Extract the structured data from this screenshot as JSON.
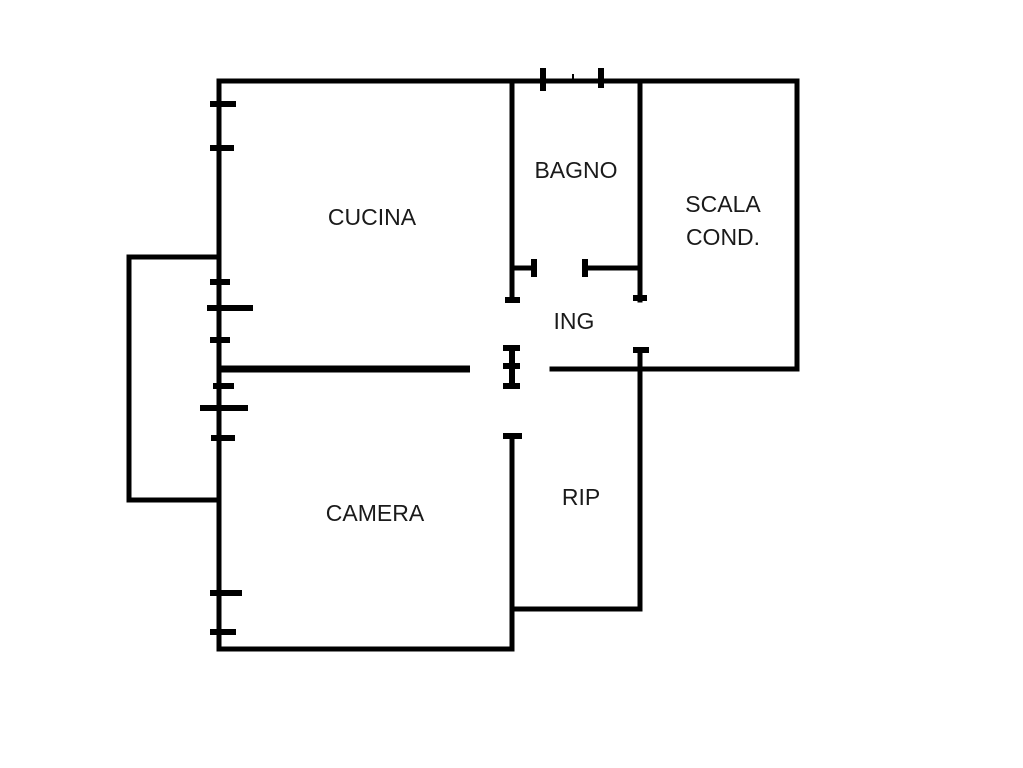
{
  "rooms": {
    "cucina": "CUCINA",
    "bagno": "BAGNO",
    "scala_line1": "SCALA",
    "scala_line2": "COND.",
    "ing": "ING",
    "camera": "CAMERA",
    "rip": "RIP"
  },
  "colors": {
    "wall": "#000000",
    "background": "#ffffff",
    "label": "#1a1a1a"
  }
}
